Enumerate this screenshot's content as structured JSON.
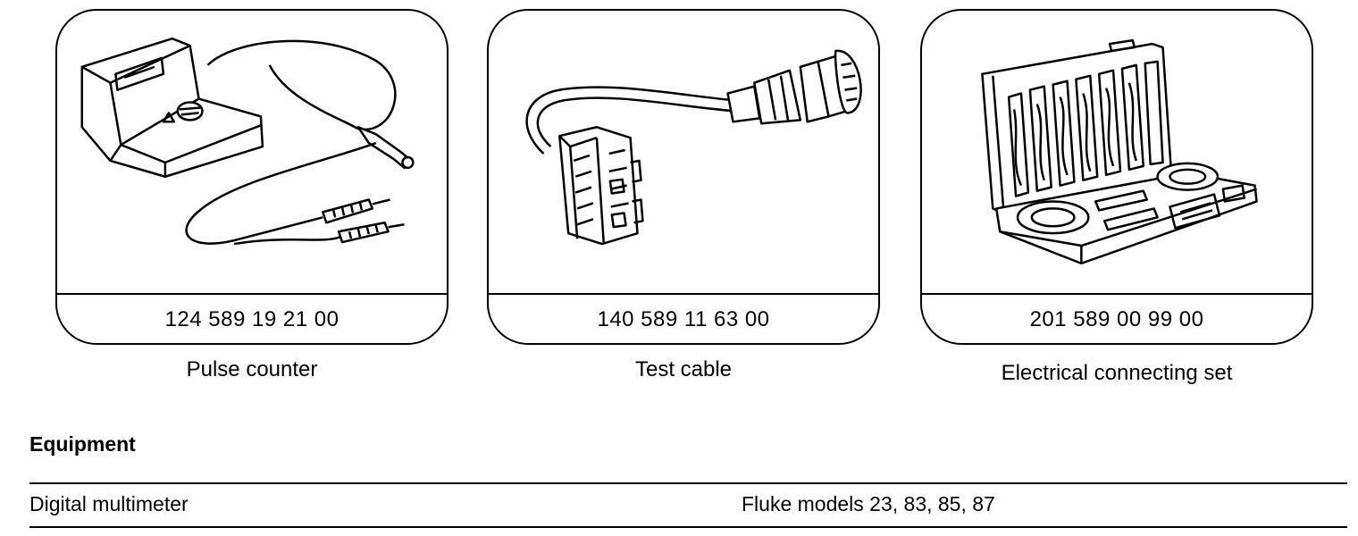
{
  "tools": [
    {
      "part_number": "124 589 19 21 00",
      "caption": "Pulse counter",
      "icon": "pulse-counter-illustration"
    },
    {
      "part_number": "140 589 11 63 00",
      "caption": "Test cable",
      "icon": "test-cable-illustration"
    },
    {
      "part_number": "201 589 00 99 00",
      "caption": "Electrical connecting set",
      "icon": "connecting-set-illustration"
    }
  ],
  "equipment": {
    "title": "Equipment",
    "rows": [
      {
        "item": "Digital multimeter",
        "spec": "Fluke models 23, 83, 85, 87"
      }
    ]
  }
}
